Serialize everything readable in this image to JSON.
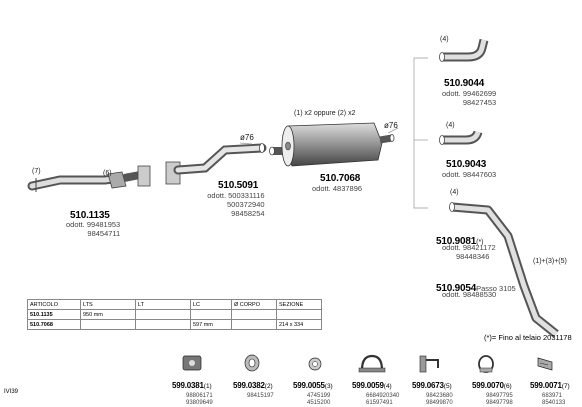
{
  "parts": {
    "p1135": {
      "number": "510.1135",
      "refs": [
        "odott. 99481953",
        "98454711"
      ]
    },
    "p5091": {
      "number": "510.5091",
      "refs": [
        "odott. 500331116",
        "500372940",
        "98458254"
      ]
    },
    "p7068": {
      "number": "510.7068",
      "refs": [
        "odott. 4837896"
      ]
    },
    "p9044": {
      "number": "510.9044",
      "refs": [
        "odott. 99462699",
        "98427453"
      ]
    },
    "p9043": {
      "number": "510.9043",
      "refs": [
        "odott. 98447603"
      ]
    },
    "p9081": {
      "number": "510.9081",
      "suffix": "(*)",
      "refs": [
        "odott. 98421172",
        "98448346"
      ]
    },
    "p9054": {
      "number": "510.9054",
      "passo": "Passo 3105",
      "refs": [
        "odott. 98488530"
      ]
    }
  },
  "tags": {
    "t7": "(7)",
    "t6": "(6)",
    "t4a": "(4)",
    "t4b": "(4)",
    "t4c": "(4)",
    "muffler_note": "(1) x2 oppure (2) x2",
    "combo": "(1)+(3)+(5)",
    "dia_left": "ø76",
    "dia_right": "ø76"
  },
  "footnote": "(*)= Fino al telaio 2031178",
  "code": "IVI39",
  "table": {
    "headers": [
      "ARTICOLO",
      "LTS",
      "LT",
      "LC",
      "Ø CORPO",
      "SEZIONE"
    ],
    "rows": [
      [
        "510.1135",
        "950 mm",
        "",
        "",
        "",
        ""
      ],
      [
        "510.7068",
        "",
        "",
        "597 mm",
        "",
        "214 x 334"
      ]
    ]
  },
  "accessories": [
    {
      "number": "599.0381",
      "tag": "(1)",
      "refs": [
        "98806171",
        "93809649"
      ],
      "icon": "rubber-mount-icon"
    },
    {
      "number": "599.0382",
      "tag": "(2)",
      "refs": [
        "98415197"
      ],
      "icon": "rubber-ring-icon"
    },
    {
      "number": "599.0055",
      "tag": "(3)",
      "refs": [
        "4745199",
        "4515200"
      ],
      "icon": "gasket-icon"
    },
    {
      "number": "599.0059",
      "tag": "(4)",
      "refs": [
        "6684920340",
        "61597491"
      ],
      "icon": "pipe-clamp-icon"
    },
    {
      "number": "599.0673",
      "tag": "(5)",
      "refs": [
        "98423680",
        "98499870"
      ],
      "icon": "hanger-bracket-icon"
    },
    {
      "number": "599.0070",
      "tag": "(6)",
      "refs": [
        "98497795",
        "98497798"
      ],
      "icon": "u-bolt-clamp-icon"
    },
    {
      "number": "599.0071",
      "tag": "(7)",
      "refs": [
        "683971",
        "8540133"
      ],
      "icon": "flange-gasket-icon"
    }
  ]
}
